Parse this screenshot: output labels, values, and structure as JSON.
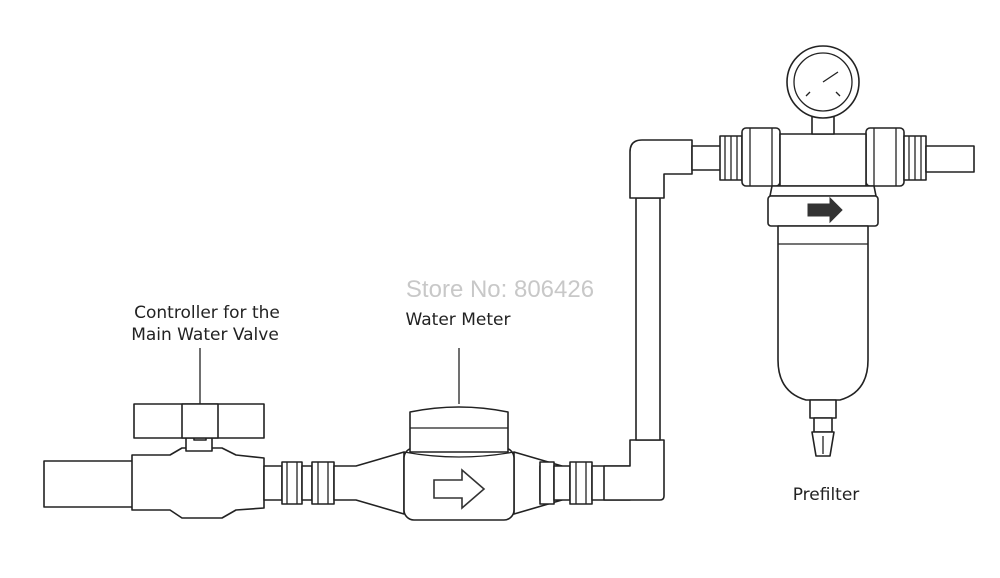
{
  "labels": {
    "valve_line1": "Controller for the",
    "valve_line2": "Main Water Valve",
    "meter": "Water Meter",
    "prefilter": "Prefilter"
  },
  "watermark": "Store No: 806426",
  "colors": {
    "stroke": "#222222",
    "background": "#ffffff",
    "watermark": "#c8c8c8",
    "arrow_fill": "#333333"
  },
  "icons": {
    "meter_arrow": "outline-right-arrow",
    "filter_arrow": "solid-right-arrow"
  }
}
